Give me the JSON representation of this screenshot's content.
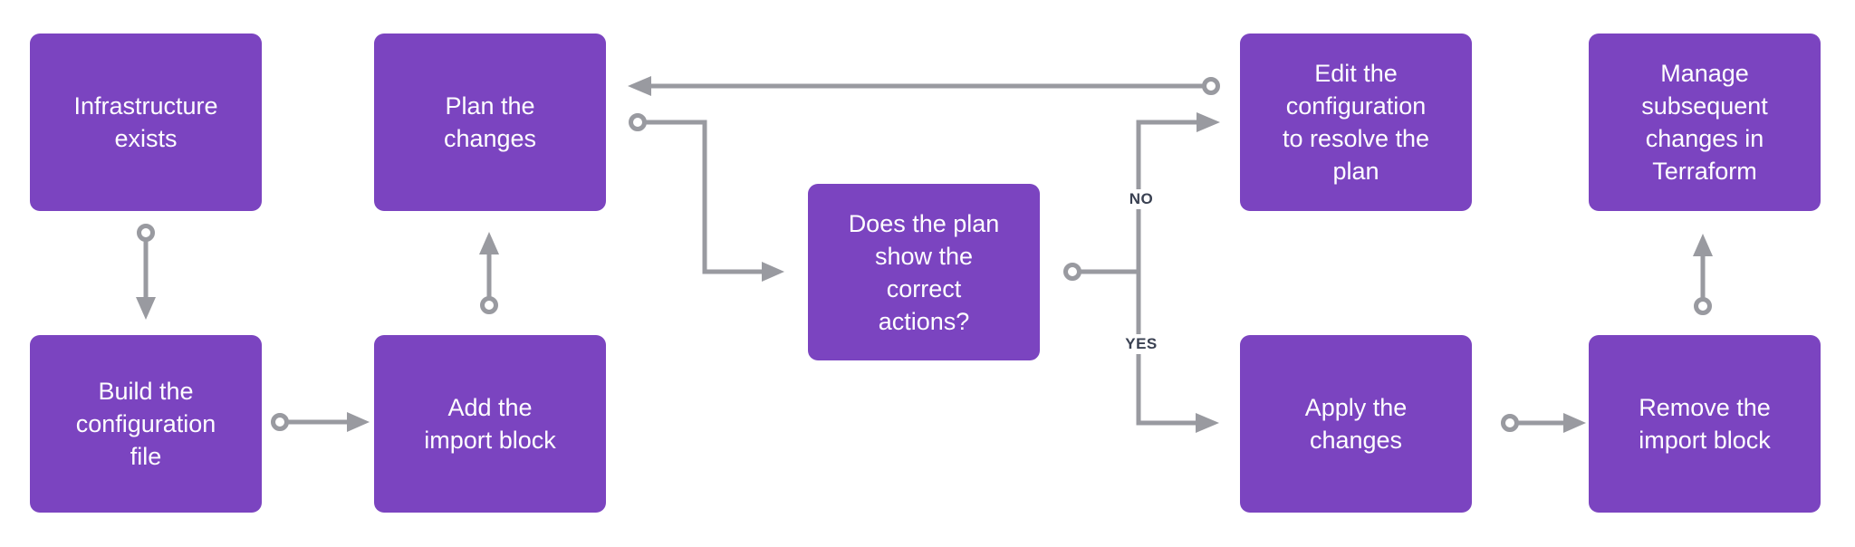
{
  "diagram": {
    "nodes": [
      {
        "id": "infrastructure-exists",
        "label": "Infrastructure\nexists"
      },
      {
        "id": "plan-the-changes",
        "label": "Plan the\nchanges"
      },
      {
        "id": "edit-the-configuration",
        "label": "Edit the\nconfiguration\nto resolve the\nplan"
      },
      {
        "id": "manage-subsequent-changes",
        "label": "Manage\nsubsequent\nchanges in\nTerraform"
      },
      {
        "id": "does-plan-show-correct-actions",
        "label": "Does the plan\nshow the\ncorrect\nactions?"
      },
      {
        "id": "build-the-configuration-file",
        "label": "Build the\nconfiguration\nfile"
      },
      {
        "id": "add-the-import-block",
        "label": "Add the\nimport block"
      },
      {
        "id": "apply-the-changes",
        "label": "Apply the\nchanges"
      },
      {
        "id": "remove-the-import-block",
        "label": "Remove the\nimport block"
      }
    ],
    "branch_labels": {
      "no": "NO",
      "yes": "YES"
    },
    "edges": [
      {
        "from": "infrastructure-exists",
        "to": "build-the-configuration-file"
      },
      {
        "from": "build-the-configuration-file",
        "to": "add-the-import-block"
      },
      {
        "from": "add-the-import-block",
        "to": "plan-the-changes"
      },
      {
        "from": "plan-the-changes",
        "to": "does-plan-show-correct-actions"
      },
      {
        "from": "does-plan-show-correct-actions",
        "to": "edit-the-configuration",
        "label": "NO"
      },
      {
        "from": "does-plan-show-correct-actions",
        "to": "apply-the-changes",
        "label": "YES"
      },
      {
        "from": "edit-the-configuration",
        "to": "plan-the-changes"
      },
      {
        "from": "apply-the-changes",
        "to": "remove-the-import-block"
      },
      {
        "from": "remove-the-import-block",
        "to": "manage-subsequent-changes"
      }
    ],
    "colors": {
      "node_fill": "#7b44c0",
      "node_text": "#ffffff",
      "connector": "#999aa0",
      "branch_label_text": "#3a4152",
      "background": "#ffffff"
    }
  }
}
